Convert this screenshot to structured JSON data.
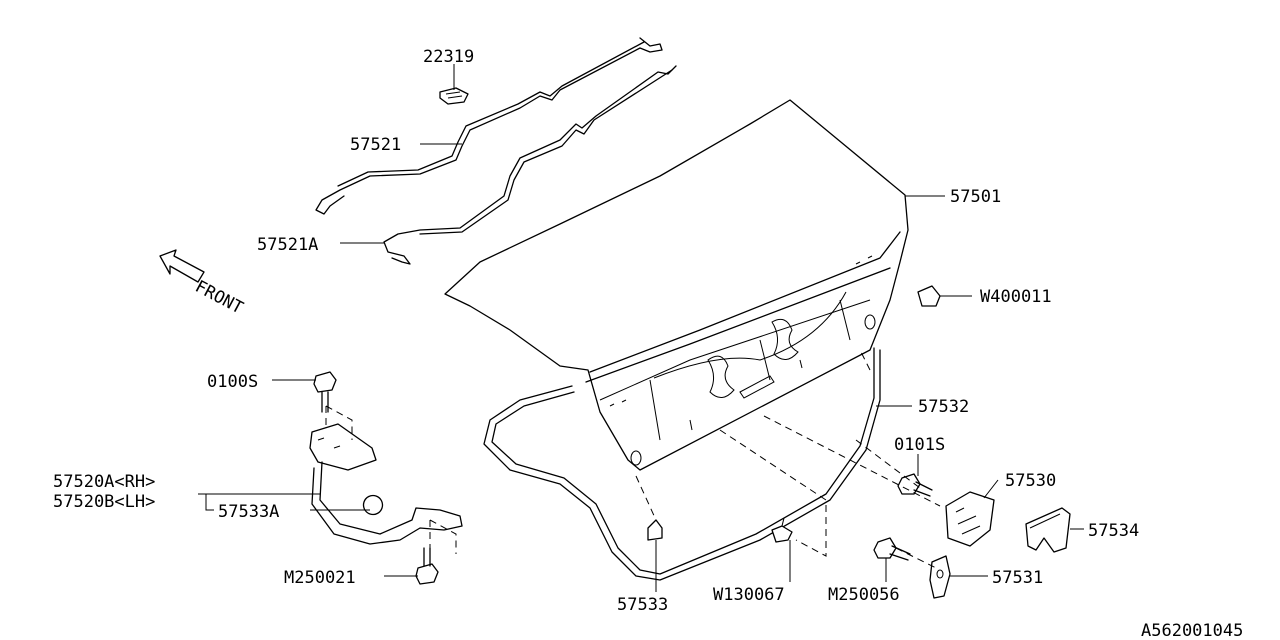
{
  "front_indicator": "FRONT",
  "diagram_id": "A562001045",
  "parts": [
    {
      "number": "22319"
    },
    {
      "number": "57521"
    },
    {
      "number": "57521A"
    },
    {
      "number": "57501"
    },
    {
      "number": "W400011"
    },
    {
      "number": "0100S"
    },
    {
      "number": "57532"
    },
    {
      "number": "0101S"
    },
    {
      "number": "57530"
    },
    {
      "number": "57520A<RH>"
    },
    {
      "number": "57520B<LH>"
    },
    {
      "number": "57533A"
    },
    {
      "number": "57534"
    },
    {
      "number": "M250021"
    },
    {
      "number": "57531"
    },
    {
      "number": "57533"
    },
    {
      "number": "W130067"
    },
    {
      "number": "M250056"
    }
  ]
}
